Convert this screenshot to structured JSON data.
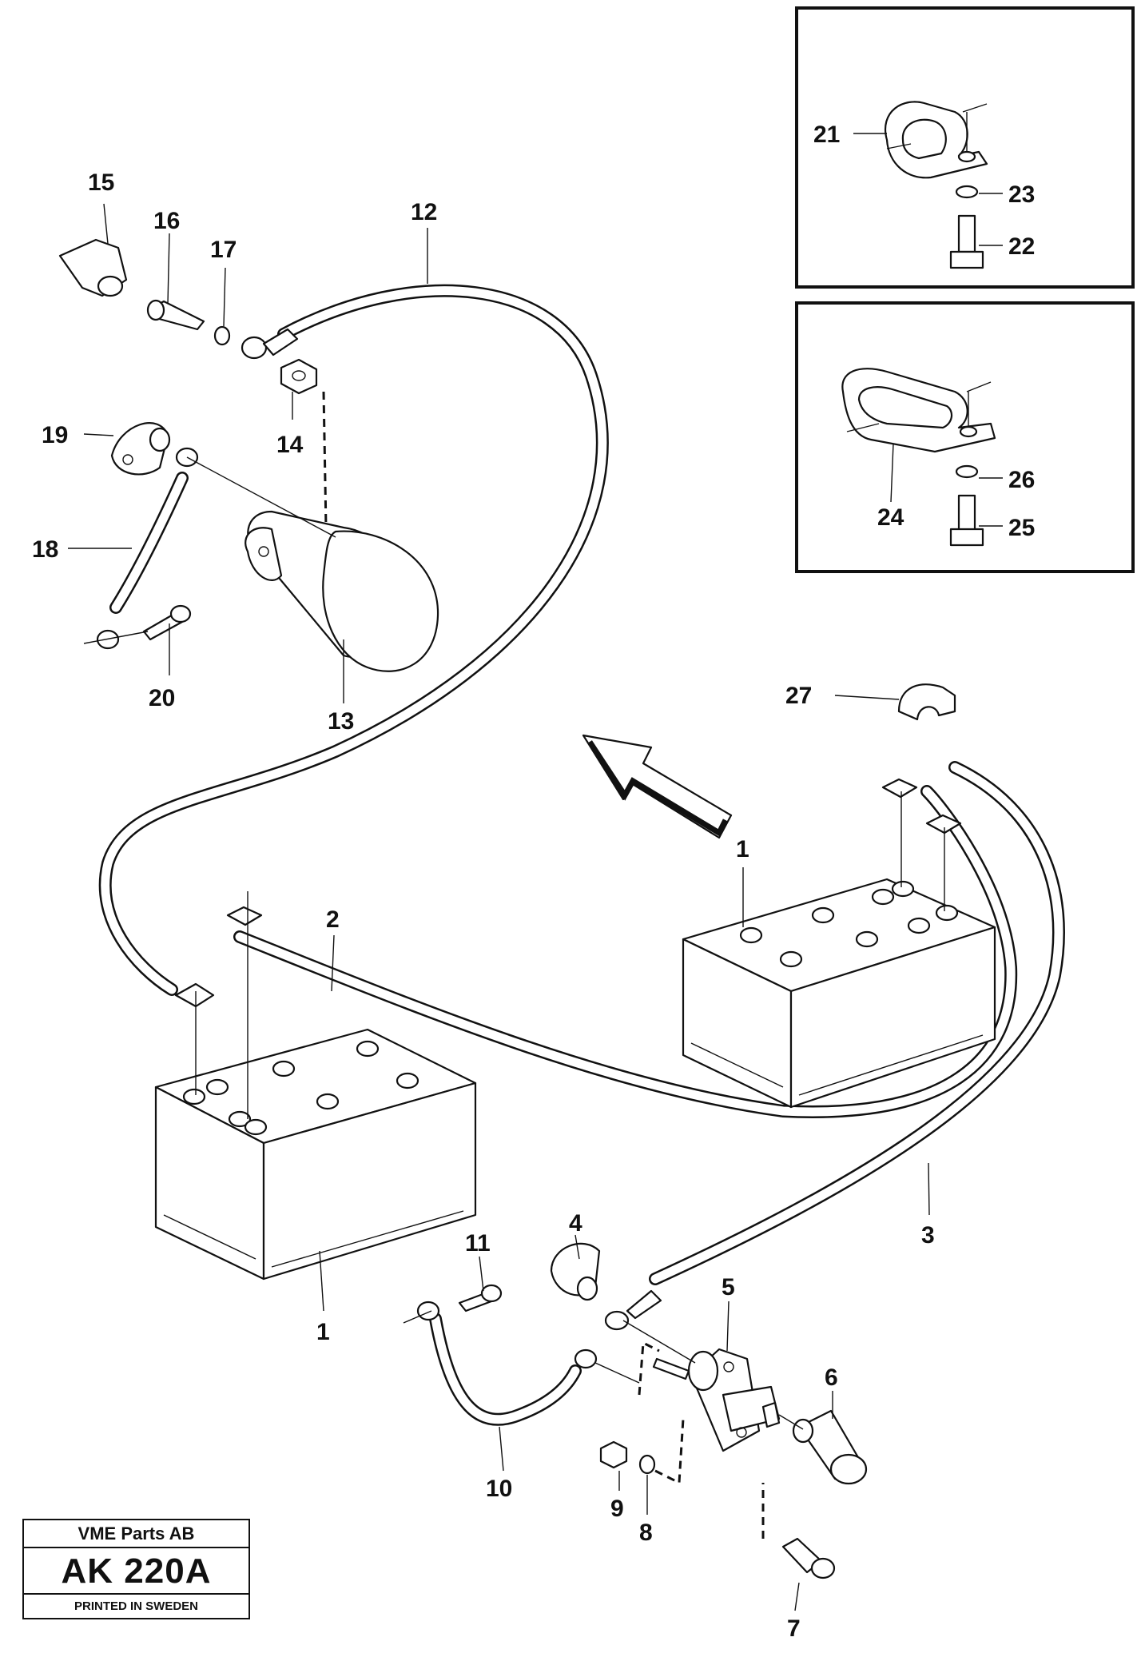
{
  "title_block": {
    "company": "VME Parts AB",
    "drawing_code": "AK 220A",
    "printed": "PRINTED IN SWEDEN"
  },
  "callouts": {
    "c1a": "1",
    "c1b": "1",
    "c2": "2",
    "c3": "3",
    "c4": "4",
    "c5": "5",
    "c6": "6",
    "c7": "7",
    "c8": "8",
    "c9": "9",
    "c10": "10",
    "c11": "11",
    "c12": "12",
    "c13": "13",
    "c14": "14",
    "c15": "15",
    "c16": "16",
    "c17": "17",
    "c18": "18",
    "c19": "19",
    "c20": "20",
    "c21": "21",
    "c22": "22",
    "c23": "23",
    "c24": "24",
    "c25": "25",
    "c26": "26",
    "c27": "27"
  }
}
